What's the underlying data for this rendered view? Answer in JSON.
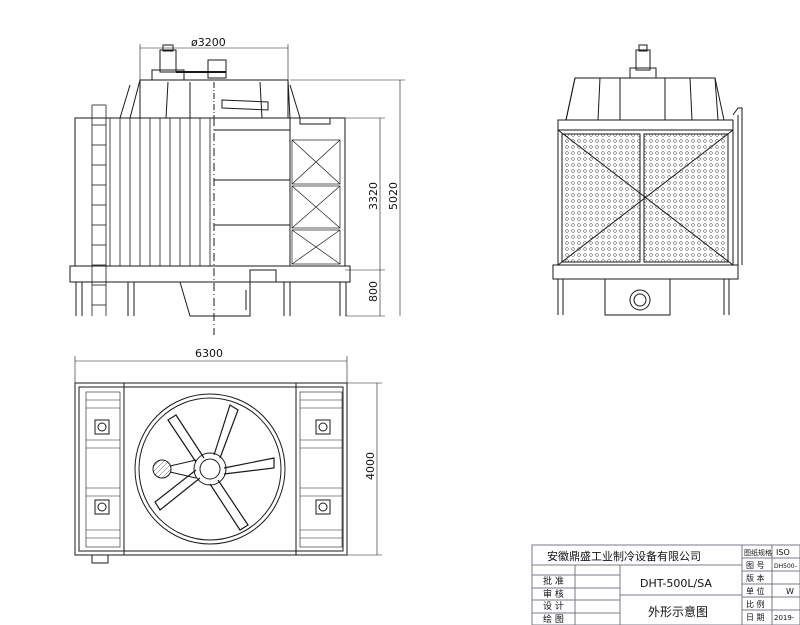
{
  "dimensions": {
    "front_top_width": "ø3200",
    "front_height_body": "3320",
    "front_height_total": "5020",
    "front_leg_height": "800",
    "plan_width": "6300",
    "plan_depth": "4000"
  },
  "title_block": {
    "company": "安徽鼎盛工业制冷设备有限公司",
    "model": "DHT-500L/SA",
    "drawing_title": "外形示意图",
    "row_labels": [
      "批 准",
      "审 核",
      "设 计",
      "绘 图"
    ],
    "right_labels": [
      "图纸规格",
      "图 号",
      "版 本",
      "单 位",
      "比 例",
      "日 期"
    ],
    "right_values": [
      "ISO",
      "DH500-",
      "",
      "W",
      "",
      "2019-"
    ]
  },
  "colors": {
    "line": "#1a1a1a",
    "title_border": "#7a7a8a"
  }
}
